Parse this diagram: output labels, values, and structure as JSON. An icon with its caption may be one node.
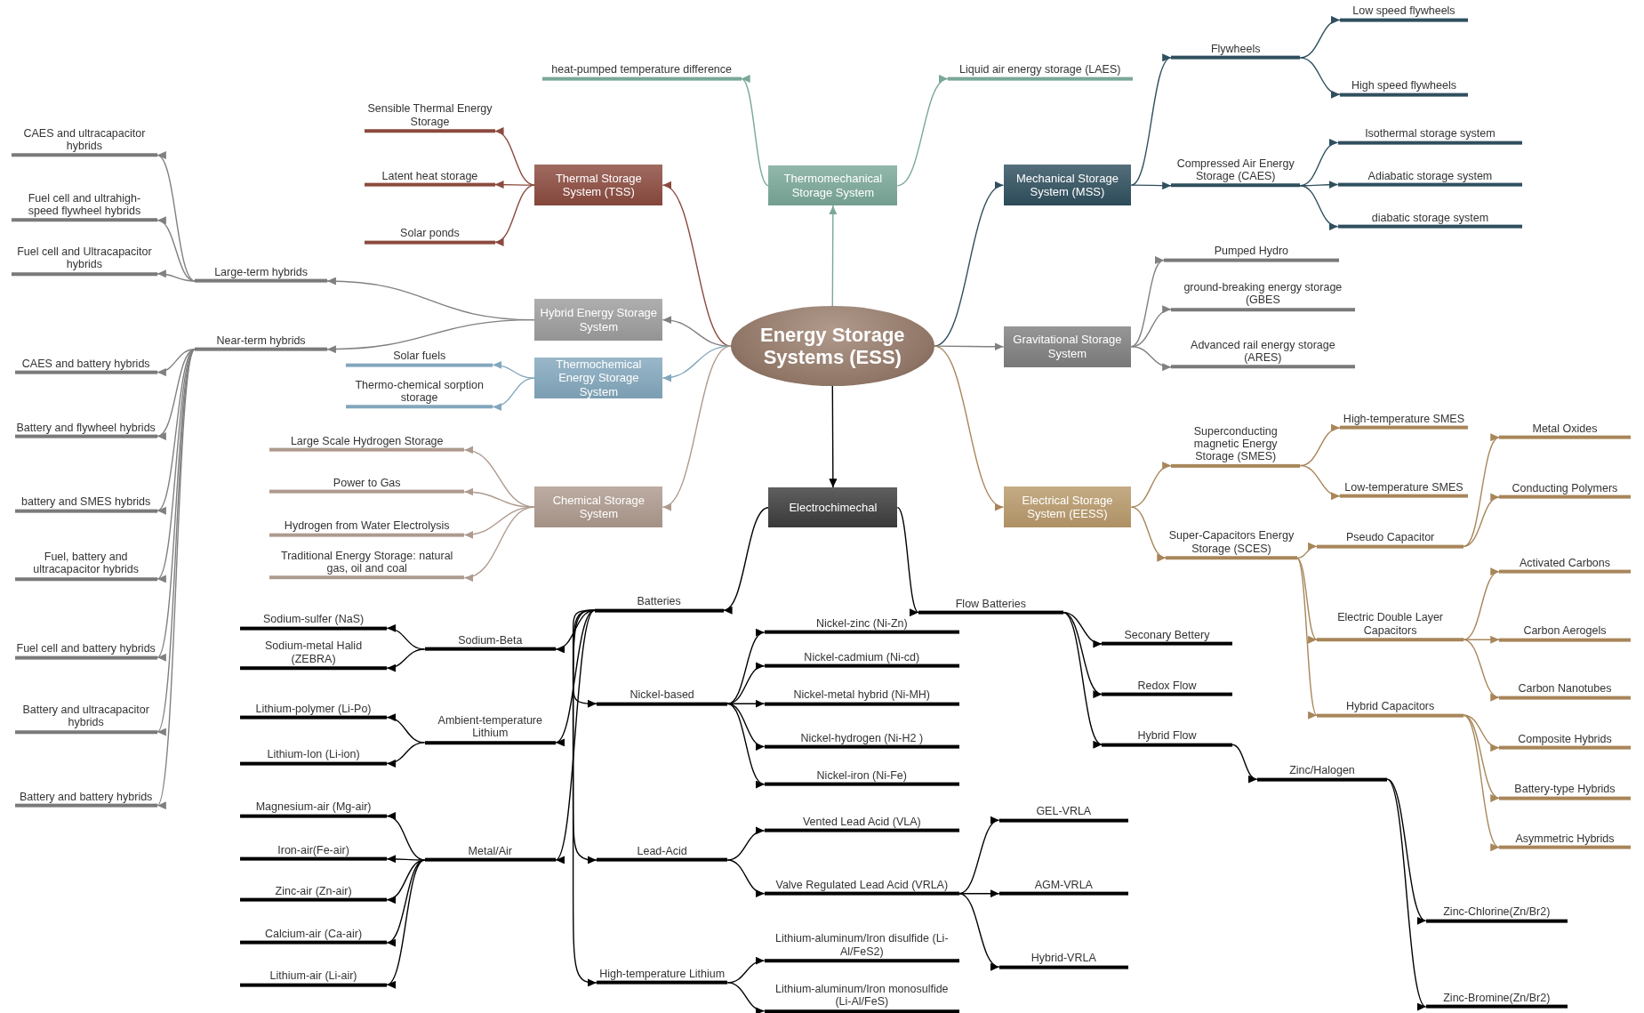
{
  "diagram": {
    "nodes": [
      {
        "text": [
          "Energy Storage Systems (ESS)"
        ]
      },
      {
        "text": [
          "Thermomechanical Storage System"
        ]
      },
      {
        "text": [
          "heat-pumped temperature difference"
        ]
      },
      {
        "text": [
          "Liquid air energy storage (LAES)"
        ]
      },
      {
        "text": [
          "Thermal Storage System (TSS)"
        ]
      },
      {
        "text": [
          "Sensible Thermal Energy Storage"
        ]
      },
      {
        "text": [
          "Latent heat storage"
        ]
      },
      {
        "text": [
          "Solar ponds"
        ]
      },
      {
        "text": [
          "Hybrid Energy Storage System"
        ]
      },
      {
        "text": [
          "Large-term hybrids"
        ]
      },
      {
        "text": [
          "CAES and ultracapacitor hybrids"
        ]
      },
      {
        "text": [
          "Fuel cell and ultrahigh-speed flywheel hybrids"
        ]
      },
      {
        "text": [
          "Fuel cell and Ultracapacitor hybrids"
        ]
      },
      {
        "text": [
          "Near-term hybrids"
        ]
      },
      {
        "text": [
          "CAES and battery hybrids"
        ]
      },
      {
        "text": [
          "Battery and flywheel hybrids"
        ]
      },
      {
        "text": [
          "battery and SMES hybrids"
        ]
      },
      {
        "text": [
          "Fuel, battery and ultracapacitor hybrids"
        ]
      },
      {
        "text": [
          "Fuel cell and battery hybrids"
        ]
      },
      {
        "text": [
          "Battery and ultracapacitor hybrids"
        ]
      },
      {
        "text": [
          "Battery and battery hybrids"
        ]
      },
      {
        "text": [
          "Thermochemical Energy Storage System"
        ]
      },
      {
        "text": [
          "Solar fuels"
        ]
      },
      {
        "text": [
          "Thermo-chemical sorption storage"
        ]
      },
      {
        "text": [
          "Chemical Storage System"
        ]
      },
      {
        "text": [
          "Large Scale Hydrogen Storage"
        ]
      },
      {
        "text": [
          "Power to Gas"
        ]
      },
      {
        "text": [
          "Hydrogen from Water Electrolysis"
        ]
      },
      {
        "text": [
          "Traditional Energy Storage: natural gas, oil and coal"
        ]
      },
      {
        "text": [
          "Mechanical Storage System (MSS)"
        ]
      },
      {
        "text": [
          "Flywheels"
        ]
      },
      {
        "text": [
          "Low speed flywheels"
        ]
      },
      {
        "text": [
          "High speed flywheels"
        ]
      },
      {
        "text": [
          "Compressed Air Energy Storage (CAES)"
        ]
      },
      {
        "text": [
          "Isothermal storage system"
        ]
      },
      {
        "text": [
          "Adiabatic storage system"
        ]
      },
      {
        "text": [
          "diabatic storage system"
        ]
      },
      {
        "text": [
          "Gravitational Storage System"
        ]
      },
      {
        "text": [
          "Pumped Hydro"
        ]
      },
      {
        "text": [
          "ground-breaking energy storage (GBES"
        ]
      },
      {
        "text": [
          "Advanced rail energy storage (ARES)"
        ]
      },
      {
        "text": [
          "Electrical Storage System (EESS)"
        ]
      },
      {
        "text": [
          "Superconducting magnetic Energy Storage (SMES)"
        ]
      },
      {
        "text": [
          "High-temperature SMES"
        ]
      },
      {
        "text": [
          "Low-temperature SMES"
        ]
      },
      {
        "text": [
          "Super-Capacitors Energy Storage (SCES)"
        ]
      },
      {
        "text": [
          "Pseudo Capacitor"
        ]
      },
      {
        "text": [
          "Metal Oxides"
        ]
      },
      {
        "text": [
          "Conducting Polymers"
        ]
      },
      {
        "text": [
          "Electric Double Layer Capacitors"
        ]
      },
      {
        "text": [
          "Activated Carbons"
        ]
      },
      {
        "text": [
          "Carbon Aerogels"
        ]
      },
      {
        "text": [
          "Carbon Nanotubes"
        ]
      },
      {
        "text": [
          "Hybrid Capacitors"
        ]
      },
      {
        "text": [
          "Composite Hybrids"
        ]
      },
      {
        "text": [
          "Battery-type Hybrids"
        ]
      },
      {
        "text": [
          "Asymmetric Hybrids"
        ]
      },
      {
        "text": [
          "Electrochimechal"
        ]
      },
      {
        "text": [
          "Batteries"
        ]
      },
      {
        "text": [
          "Sodium-Beta"
        ]
      },
      {
        "text": [
          "Sodium-sulfer (NaS)"
        ]
      },
      {
        "text": [
          "Sodium-metal Halid (ZEBRA)"
        ]
      },
      {
        "text": [
          "Ambient-temperature Lithium"
        ]
      },
      {
        "text": [
          "Lithium-polymer (Li-Po)"
        ]
      },
      {
        "text": [
          "Lithium-Ion (Li-ion)"
        ]
      },
      {
        "text": [
          "Metal/Air"
        ]
      },
      {
        "text": [
          "Magnesium-air (Mg-air)"
        ]
      },
      {
        "text": [
          "Iron-air(Fe-air)"
        ]
      },
      {
        "text": [
          "Zinc-air (Zn-air)"
        ]
      },
      {
        "text": [
          "Calcium-air (Ca-air)"
        ]
      },
      {
        "text": [
          "Lithium-air (Li-air)"
        ]
      },
      {
        "text": [
          "Nickel-based"
        ]
      },
      {
        "text": [
          "Nickel-zinc (Ni-Zn)"
        ]
      },
      {
        "text": [
          "Nickel-cadmium (Ni-cd)"
        ]
      },
      {
        "text": [
          "Nickel-metal hybrid (Ni-MH)"
        ]
      },
      {
        "text": [
          "Nickel-hydrogen (Ni-H2 )"
        ]
      },
      {
        "text": [
          "Nickel-iron (Ni-Fe)"
        ]
      },
      {
        "text": [
          "Lead-Acid"
        ]
      },
      {
        "text": [
          "Vented Lead Acid (VLA)"
        ]
      },
      {
        "text": [
          "Valve Regulated Lead Acid (VRLA)"
        ]
      },
      {
        "text": [
          "GEL-VRLA"
        ]
      },
      {
        "text": [
          "AGM-VRLA"
        ]
      },
      {
        "text": [
          "Hybrid-VRLA"
        ]
      },
      {
        "text": [
          "High-temperature Lithium"
        ]
      },
      {
        "text": [
          "Lithium-aluminum/Iron disulfide (Li-Al/FeS2)"
        ]
      },
      {
        "text": [
          "Lithium-aluminum/Iron monosulfide (Li-Al/FeS)"
        ]
      },
      {
        "text": [
          "Flow Batteries"
        ]
      },
      {
        "text": [
          "Seconary Bettery"
        ]
      },
      {
        "text": [
          "Redox Flow"
        ]
      },
      {
        "text": [
          "Hybrid Flow"
        ]
      },
      {
        "text": [
          "Zinc/Halogen"
        ]
      },
      {
        "text": [
          "Zinc-Chlorine(Zn/Br2)"
        ]
      },
      {
        "text": [
          "Zinc-Bromine(Zn/Br2)"
        ]
      }
    ],
    "edges": [
      {
        "from": 0,
        "to": 1,
        "arrow": "to",
        "color": "#7aa898"
      },
      {
        "from": 1,
        "to": 2,
        "arrow": "to",
        "color": "#7aa898"
      },
      {
        "from": 1,
        "to": 3,
        "arrow": "to",
        "color": "#7aa898"
      },
      {
        "from": 0,
        "to": 4,
        "arrow": "to",
        "color": "#8b4a3e"
      },
      {
        "from": 4,
        "to": 5,
        "arrow": "to",
        "color": "#8b4a3e"
      },
      {
        "from": 4,
        "to": 6,
        "arrow": "to",
        "color": "#8b4a3e"
      },
      {
        "from": 4,
        "to": 7,
        "arrow": "to",
        "color": "#8b4a3e"
      },
      {
        "from": 0,
        "to": 8,
        "arrow": "to",
        "color": "#808080"
      },
      {
        "from": 8,
        "to": 9,
        "arrow": "to",
        "color": "#808080"
      },
      {
        "from": 9,
        "to": 10,
        "arrow": "to",
        "color": "#808080"
      },
      {
        "from": 9,
        "to": 11,
        "arrow": "to",
        "color": "#808080"
      },
      {
        "from": 9,
        "to": 12,
        "arrow": "to",
        "color": "#808080"
      },
      {
        "from": 8,
        "to": 13,
        "arrow": "to",
        "color": "#808080"
      },
      {
        "from": 13,
        "to": 14,
        "arrow": "to",
        "color": "#808080"
      },
      {
        "from": 13,
        "to": 15,
        "arrow": "to",
        "color": "#808080"
      },
      {
        "from": 13,
        "to": 16,
        "arrow": "to",
        "color": "#808080"
      },
      {
        "from": 13,
        "to": 17,
        "arrow": "to",
        "color": "#808080"
      },
      {
        "from": 13,
        "to": 18,
        "arrow": "to",
        "color": "#808080"
      },
      {
        "from": 13,
        "to": 19,
        "arrow": "to",
        "color": "#808080"
      },
      {
        "from": 13,
        "to": 20,
        "arrow": "to",
        "color": "#808080"
      },
      {
        "from": 0,
        "to": 21,
        "arrow": "to",
        "color": "#83a7bd"
      },
      {
        "from": 21,
        "to": 22,
        "arrow": "to",
        "color": "#83a7bd"
      },
      {
        "from": 21,
        "to": 23,
        "arrow": "to",
        "color": "#83a7bd"
      },
      {
        "from": 0,
        "to": 24,
        "arrow": "to",
        "color": "#ae9a8e"
      },
      {
        "from": 24,
        "to": 25,
        "arrow": "to",
        "color": "#ae9a8e"
      },
      {
        "from": 24,
        "to": 26,
        "arrow": "to",
        "color": "#ae9a8e"
      },
      {
        "from": 24,
        "to": 27,
        "arrow": "to",
        "color": "#ae9a8e"
      },
      {
        "from": 24,
        "to": 28,
        "arrow": "to",
        "color": "#ae9a8e"
      },
      {
        "from": 0,
        "to": 29,
        "arrow": "to",
        "color": "#2f4f5e"
      },
      {
        "from": 29,
        "to": 30,
        "arrow": "to",
        "color": "#2f4f5e"
      },
      {
        "from": 30,
        "to": 31,
        "arrow": "to",
        "color": "#2f4f5e"
      },
      {
        "from": 30,
        "to": 32,
        "arrow": "to",
        "color": "#2f4f5e"
      },
      {
        "from": 29,
        "to": 33,
        "arrow": "to",
        "color": "#2f4f5e"
      },
      {
        "from": 33,
        "to": 34,
        "arrow": "to",
        "color": "#2f4f5e"
      },
      {
        "from": 33,
        "to": 35,
        "arrow": "to",
        "color": "#2f4f5e"
      },
      {
        "from": 33,
        "to": 36,
        "arrow": "to",
        "color": "#2f4f5e"
      },
      {
        "from": 0,
        "to": 37,
        "arrow": "to",
        "color": "#808080"
      },
      {
        "from": 37,
        "to": 38,
        "arrow": "to",
        "color": "#808080"
      },
      {
        "from": 37,
        "to": 39,
        "arrow": "to",
        "color": "#808080"
      },
      {
        "from": 37,
        "to": 40,
        "arrow": "to",
        "color": "#808080"
      },
      {
        "from": 0,
        "to": 41,
        "arrow": "to",
        "color": "#a8865a"
      },
      {
        "from": 41,
        "to": 42,
        "arrow": "to",
        "color": "#a8865a"
      },
      {
        "from": 42,
        "to": 43,
        "arrow": "to",
        "color": "#a8865a"
      },
      {
        "from": 42,
        "to": 44,
        "arrow": "to",
        "color": "#a8865a"
      },
      {
        "from": 41,
        "to": 45,
        "arrow": "to",
        "color": "#a8865a"
      },
      {
        "from": 45,
        "to": 46,
        "arrow": "to",
        "color": "#a8865a"
      },
      {
        "from": 46,
        "to": 47,
        "arrow": "to",
        "color": "#a8865a"
      },
      {
        "from": 46,
        "to": 48,
        "arrow": "to",
        "color": "#a8865a"
      },
      {
        "from": 45,
        "to": 49,
        "arrow": "to",
        "color": "#a8865a"
      },
      {
        "from": 49,
        "to": 50,
        "arrow": "to",
        "color": "#a8865a"
      },
      {
        "from": 49,
        "to": 51,
        "arrow": "to",
        "color": "#a8865a"
      },
      {
        "from": 49,
        "to": 52,
        "arrow": "to",
        "color": "#a8865a"
      },
      {
        "from": 45,
        "to": 53,
        "arrow": "to",
        "color": "#a8865a"
      },
      {
        "from": 53,
        "to": 54,
        "arrow": "to",
        "color": "#a8865a"
      },
      {
        "from": 53,
        "to": 55,
        "arrow": "to",
        "color": "#a8865a"
      },
      {
        "from": 53,
        "to": 56,
        "arrow": "to",
        "color": "#a8865a"
      },
      {
        "from": 0,
        "to": 57,
        "arrow": "to"
      },
      {
        "from": 57,
        "to": 58,
        "arrow": "to"
      },
      {
        "from": 58,
        "to": 59,
        "arrow": "to"
      },
      {
        "from": 59,
        "to": 60,
        "arrow": "to"
      },
      {
        "from": 59,
        "to": 61,
        "arrow": "to"
      },
      {
        "from": 58,
        "to": 62,
        "arrow": "to"
      },
      {
        "from": 62,
        "to": 63,
        "arrow": "to"
      },
      {
        "from": 62,
        "to": 64,
        "arrow": "to"
      },
      {
        "from": 58,
        "to": 65,
        "arrow": "to"
      },
      {
        "from": 65,
        "to": 66,
        "arrow": "to"
      },
      {
        "from": 65,
        "to": 67,
        "arrow": "to"
      },
      {
        "from": 65,
        "to": 68,
        "arrow": "to"
      },
      {
        "from": 65,
        "to": 69,
        "arrow": "to"
      },
      {
        "from": 65,
        "to": 70,
        "arrow": "to"
      },
      {
        "from": 58,
        "to": 71,
        "arrow": "to"
      },
      {
        "from": 71,
        "to": 72,
        "arrow": "to"
      },
      {
        "from": 71,
        "to": 73,
        "arrow": "to"
      },
      {
        "from": 71,
        "to": 74,
        "arrow": "to"
      },
      {
        "from": 71,
        "to": 75,
        "arrow": "to"
      },
      {
        "from": 71,
        "to": 76,
        "arrow": "to"
      },
      {
        "from": 58,
        "to": 77,
        "arrow": "to"
      },
      {
        "from": 77,
        "to": 78,
        "arrow": "to"
      },
      {
        "from": 77,
        "to": 79,
        "arrow": "to"
      },
      {
        "from": 79,
        "to": 80,
        "arrow": "to"
      },
      {
        "from": 79,
        "to": 81,
        "arrow": "to"
      },
      {
        "from": 79,
        "to": 82,
        "arrow": "to"
      },
      {
        "from": 58,
        "to": 83,
        "arrow": "to"
      },
      {
        "from": 83,
        "to": 84,
        "arrow": "to"
      },
      {
        "from": 83,
        "to": 85,
        "arrow": "to"
      },
      {
        "from": 57,
        "to": 86,
        "arrow": "to"
      },
      {
        "from": 86,
        "to": 87,
        "arrow": "to"
      },
      {
        "from": 86,
        "to": 88,
        "arrow": "to"
      },
      {
        "from": 86,
        "to": 89,
        "arrow": "to"
      },
      {
        "from": 89,
        "to": 90,
        "arrow": "to"
      },
      {
        "from": 90,
        "to": 91,
        "arrow": "to"
      },
      {
        "from": 90,
        "to": 92,
        "arrow": "to"
      }
    ]
  }
}
